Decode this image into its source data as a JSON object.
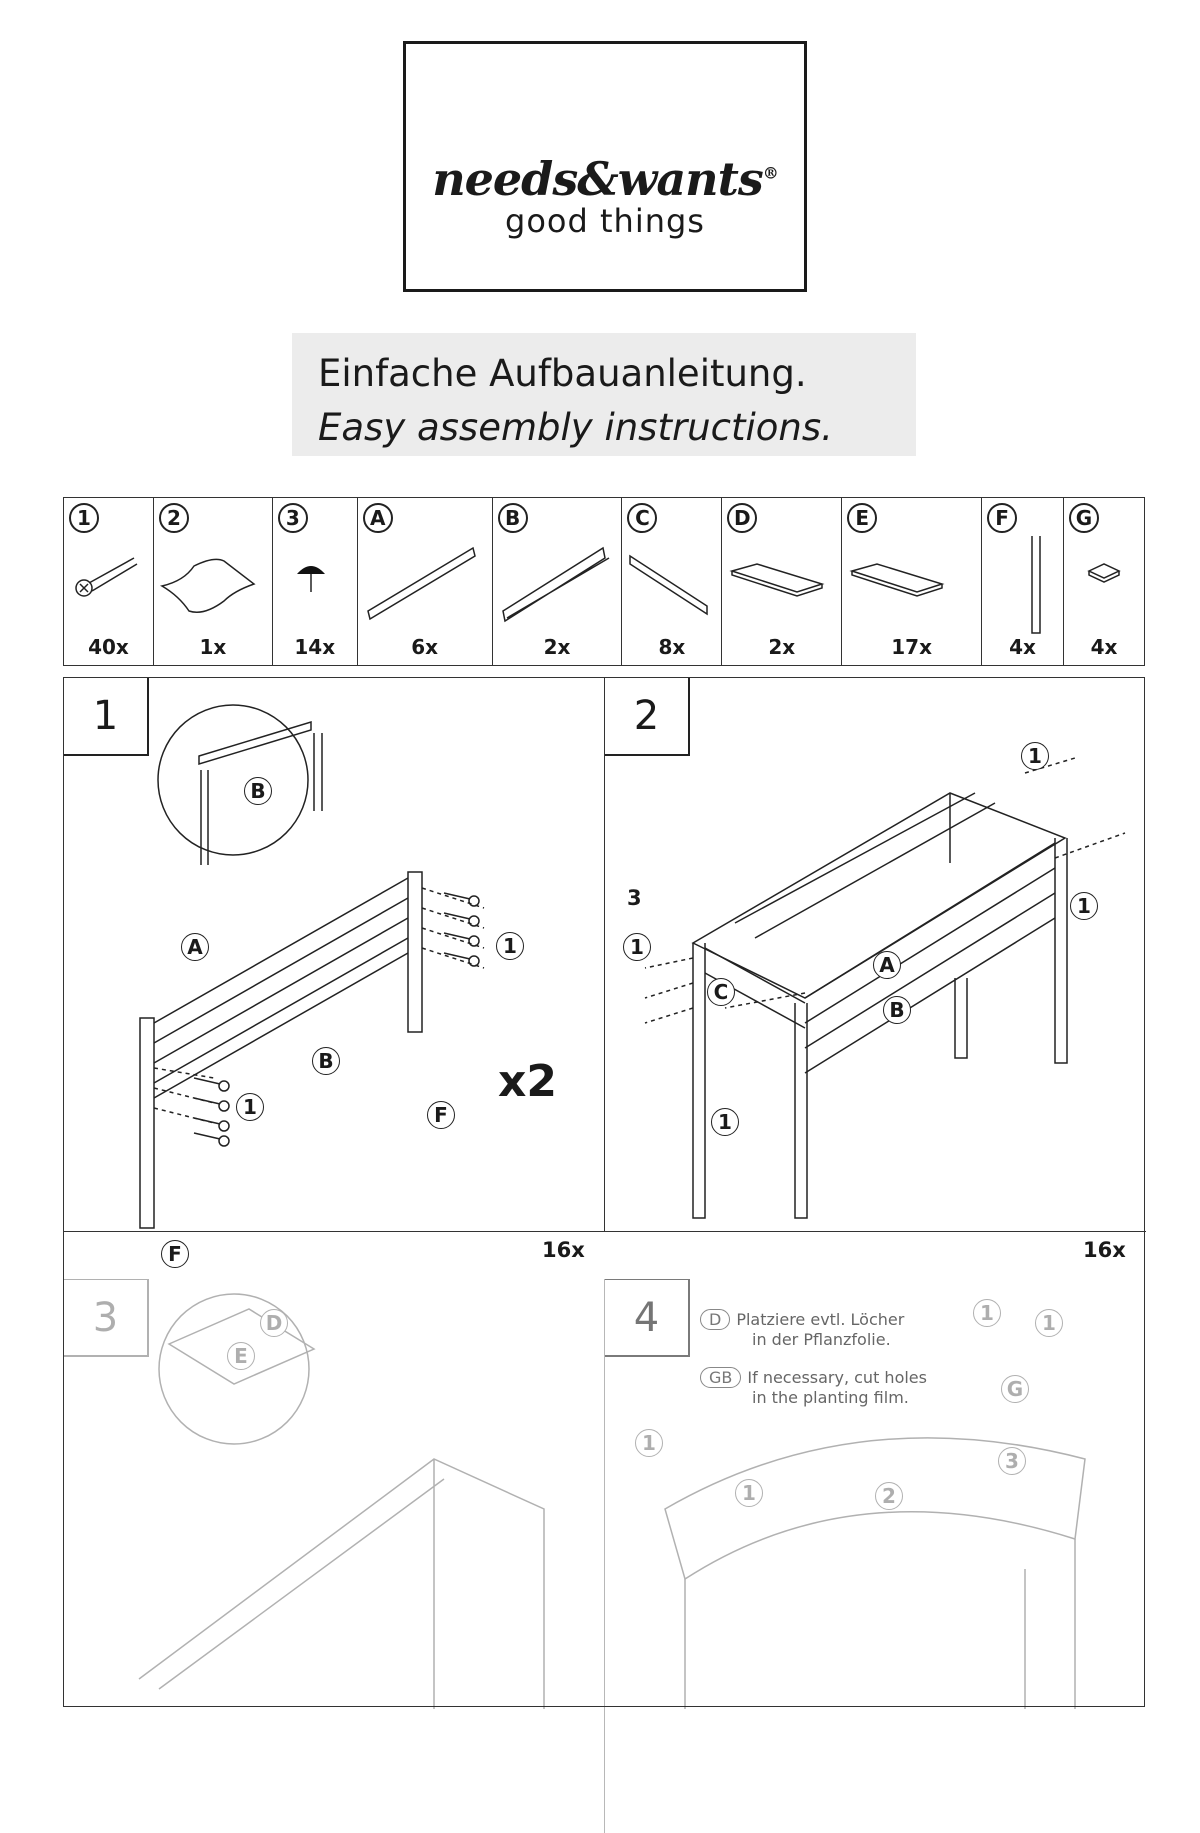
{
  "logo": {
    "brand": "needs&wants",
    "reg": "®",
    "tagline": "good things"
  },
  "title": {
    "de": "Einfache Aufbauanleitung.",
    "en": "Easy assembly instructions."
  },
  "parts": [
    {
      "id": "1",
      "qty": "40x",
      "icon": "screw"
    },
    {
      "id": "2",
      "qty": "1x",
      "icon": "planting-film"
    },
    {
      "id": "3",
      "qty": "14x",
      "icon": "tack"
    },
    {
      "id": "A",
      "qty": "6x",
      "icon": "board"
    },
    {
      "id": "B",
      "qty": "2x",
      "icon": "grooved-board"
    },
    {
      "id": "C",
      "qty": "8x",
      "icon": "short-board"
    },
    {
      "id": "D",
      "qty": "2x",
      "icon": "flat-slat"
    },
    {
      "id": "E",
      "qty": "17x",
      "icon": "flat-slat"
    },
    {
      "id": "F",
      "qty": "4x",
      "icon": "leg-post"
    },
    {
      "id": "G",
      "qty": "4x",
      "icon": "cap"
    }
  ],
  "steps": [
    {
      "number": "1",
      "labels": {
        "A": "A",
        "B": "B",
        "F": "F",
        "one": "1"
      },
      "multiplier": "x2",
      "screw_count": "16x"
    },
    {
      "number": "2",
      "labels": {
        "A": "A",
        "B": "B",
        "C": "C",
        "one": "1",
        "three": "3"
      },
      "screw_count": "16x"
    },
    {
      "number": "3",
      "labels": {
        "D": "D",
        "E": "E"
      }
    },
    {
      "number": "4",
      "labels": {
        "G": "G",
        "one": "1",
        "two": "2",
        "three": "3"
      },
      "note_de": {
        "tag": "D",
        "text1": "Platziere evtl. Löcher",
        "text2": "in der Pflanzfolie."
      },
      "note_en": {
        "tag": "GB",
        "text1": "If necessary, cut holes",
        "text2": "in the planting film."
      }
    }
  ]
}
